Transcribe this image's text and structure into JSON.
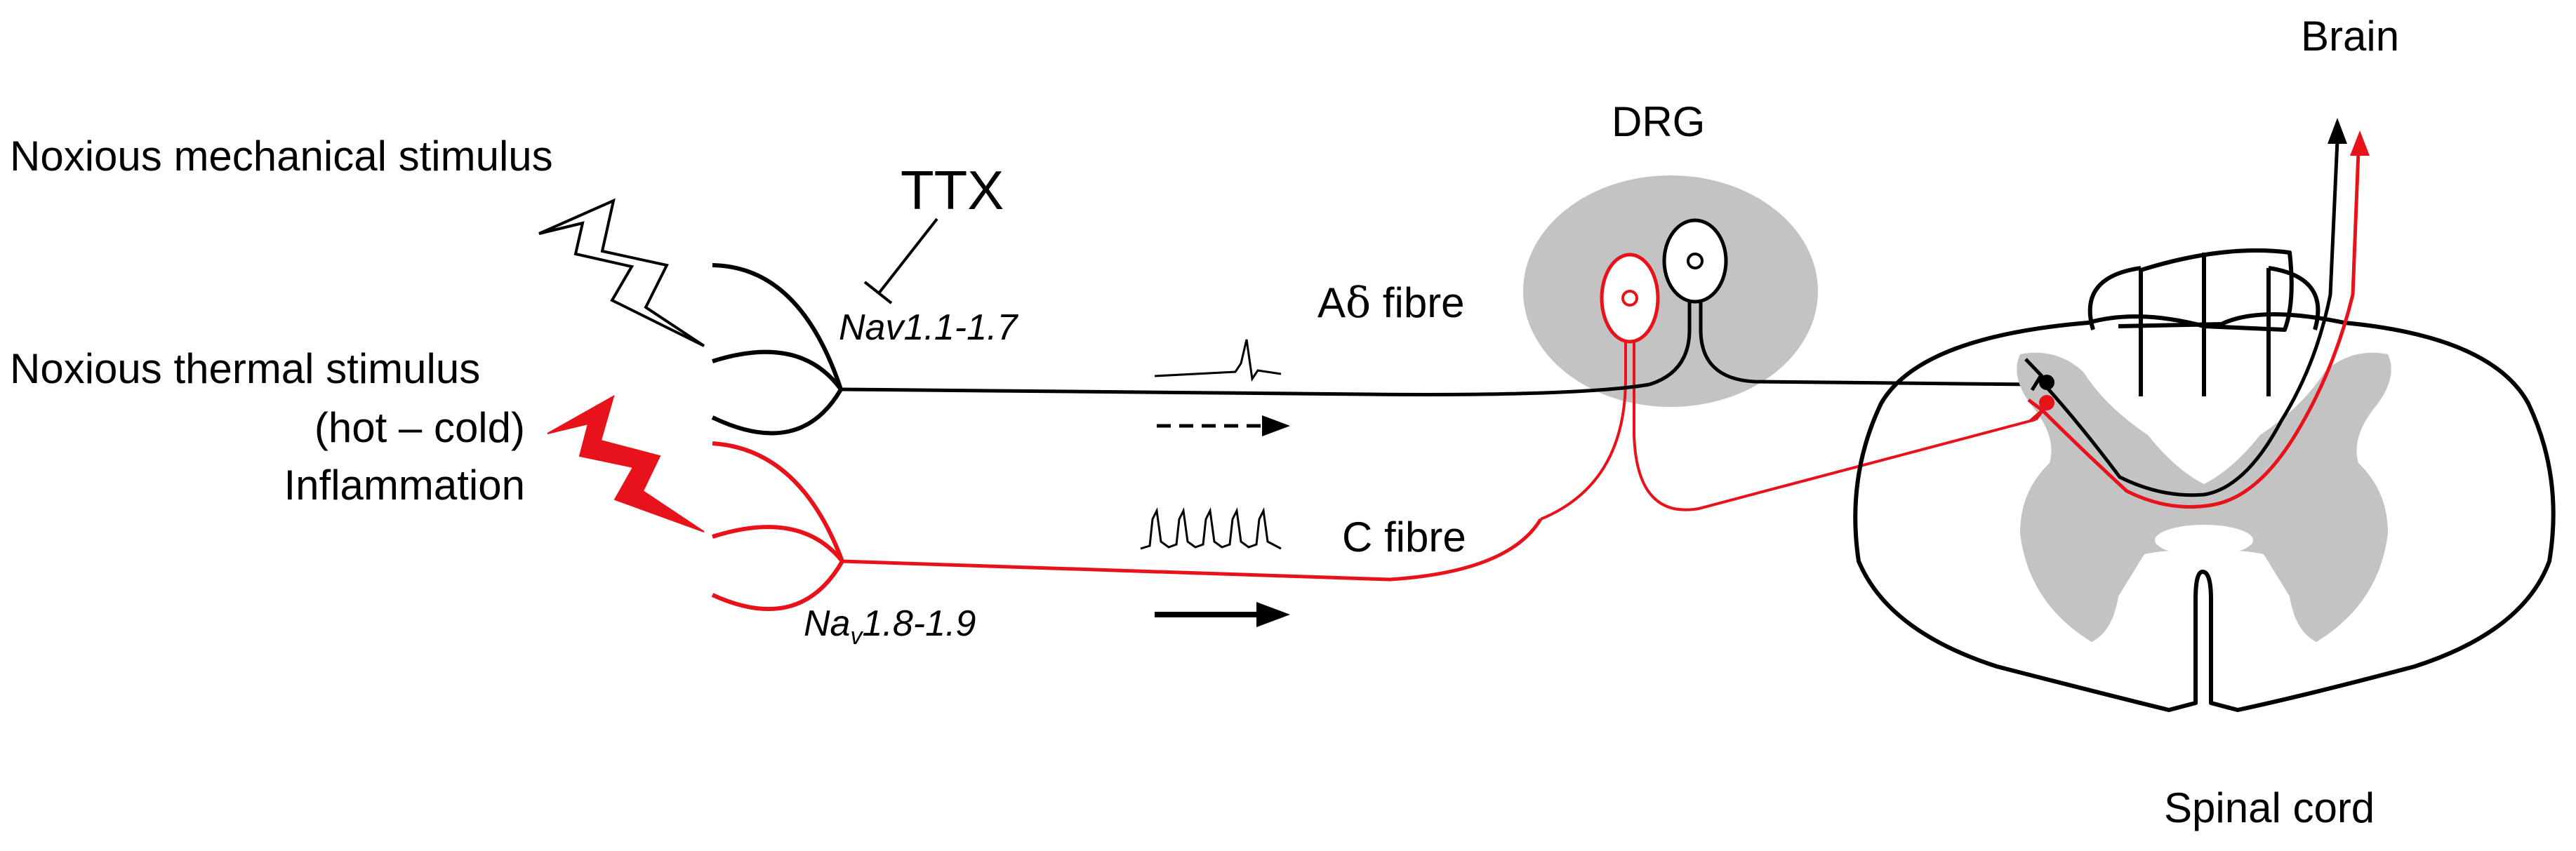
{
  "labels": {
    "brain": "Brain",
    "drg": "DRG",
    "ttx": "TTX",
    "mechanical_stimulus": "Noxious mechanical stimulus",
    "thermal_stimulus": "Noxious thermal stimulus",
    "thermal_range": "(hot – cold)",
    "inflammation": "Inflammation",
    "nav_fast": "Nav1.1-1.7",
    "nav_slow_prefix": "Na",
    "nav_slow_sub": "v",
    "nav_slow_suffix": "1.8-1.9",
    "a_delta_prefix": "A",
    "a_delta_symbol": "δ",
    "a_delta_suffix": " fibre",
    "c_fibre": "C fibre",
    "spinal_cord": "Spinal cord"
  },
  "colors": {
    "a_delta_fibre": "#000000",
    "c_fibre": "#e8121b",
    "drg_ganglion": "#c3c3c3",
    "grey_matter": "#c3c3c3",
    "outline": "#000000"
  }
}
